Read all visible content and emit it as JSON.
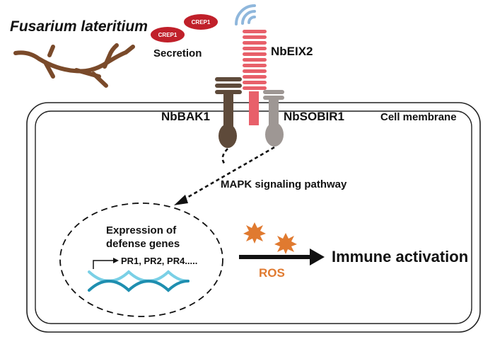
{
  "organism": {
    "name": "Fusarium lateritium"
  },
  "effector": {
    "chip_label": "CREP1",
    "secretion_label": "Secretion"
  },
  "receptors": {
    "eix2": "NbEIX2",
    "bak1": "NbBAK1",
    "sobir1": "NbSOBIR1"
  },
  "membrane": {
    "label": "Cell membrane"
  },
  "signaling": {
    "label": "MAPK signaling pathway"
  },
  "nucleus": {
    "line1": "Expression of",
    "line2": "defense genes",
    "genes": "PR1, PR2, PR4....."
  },
  "output": {
    "ros": "ROS",
    "immune": "Immune activation"
  },
  "colors": {
    "fungus": "#7a4a2a",
    "crep1": "#c0202a",
    "eix2": "#e8606a",
    "bak1": "#5e4a3a",
    "sobir1": "#9e9794",
    "signal_wave": "#8fb7dc",
    "ros": "#e07a30",
    "dna_a": "#1f8fb0",
    "dna_b": "#7ad0e6"
  }
}
